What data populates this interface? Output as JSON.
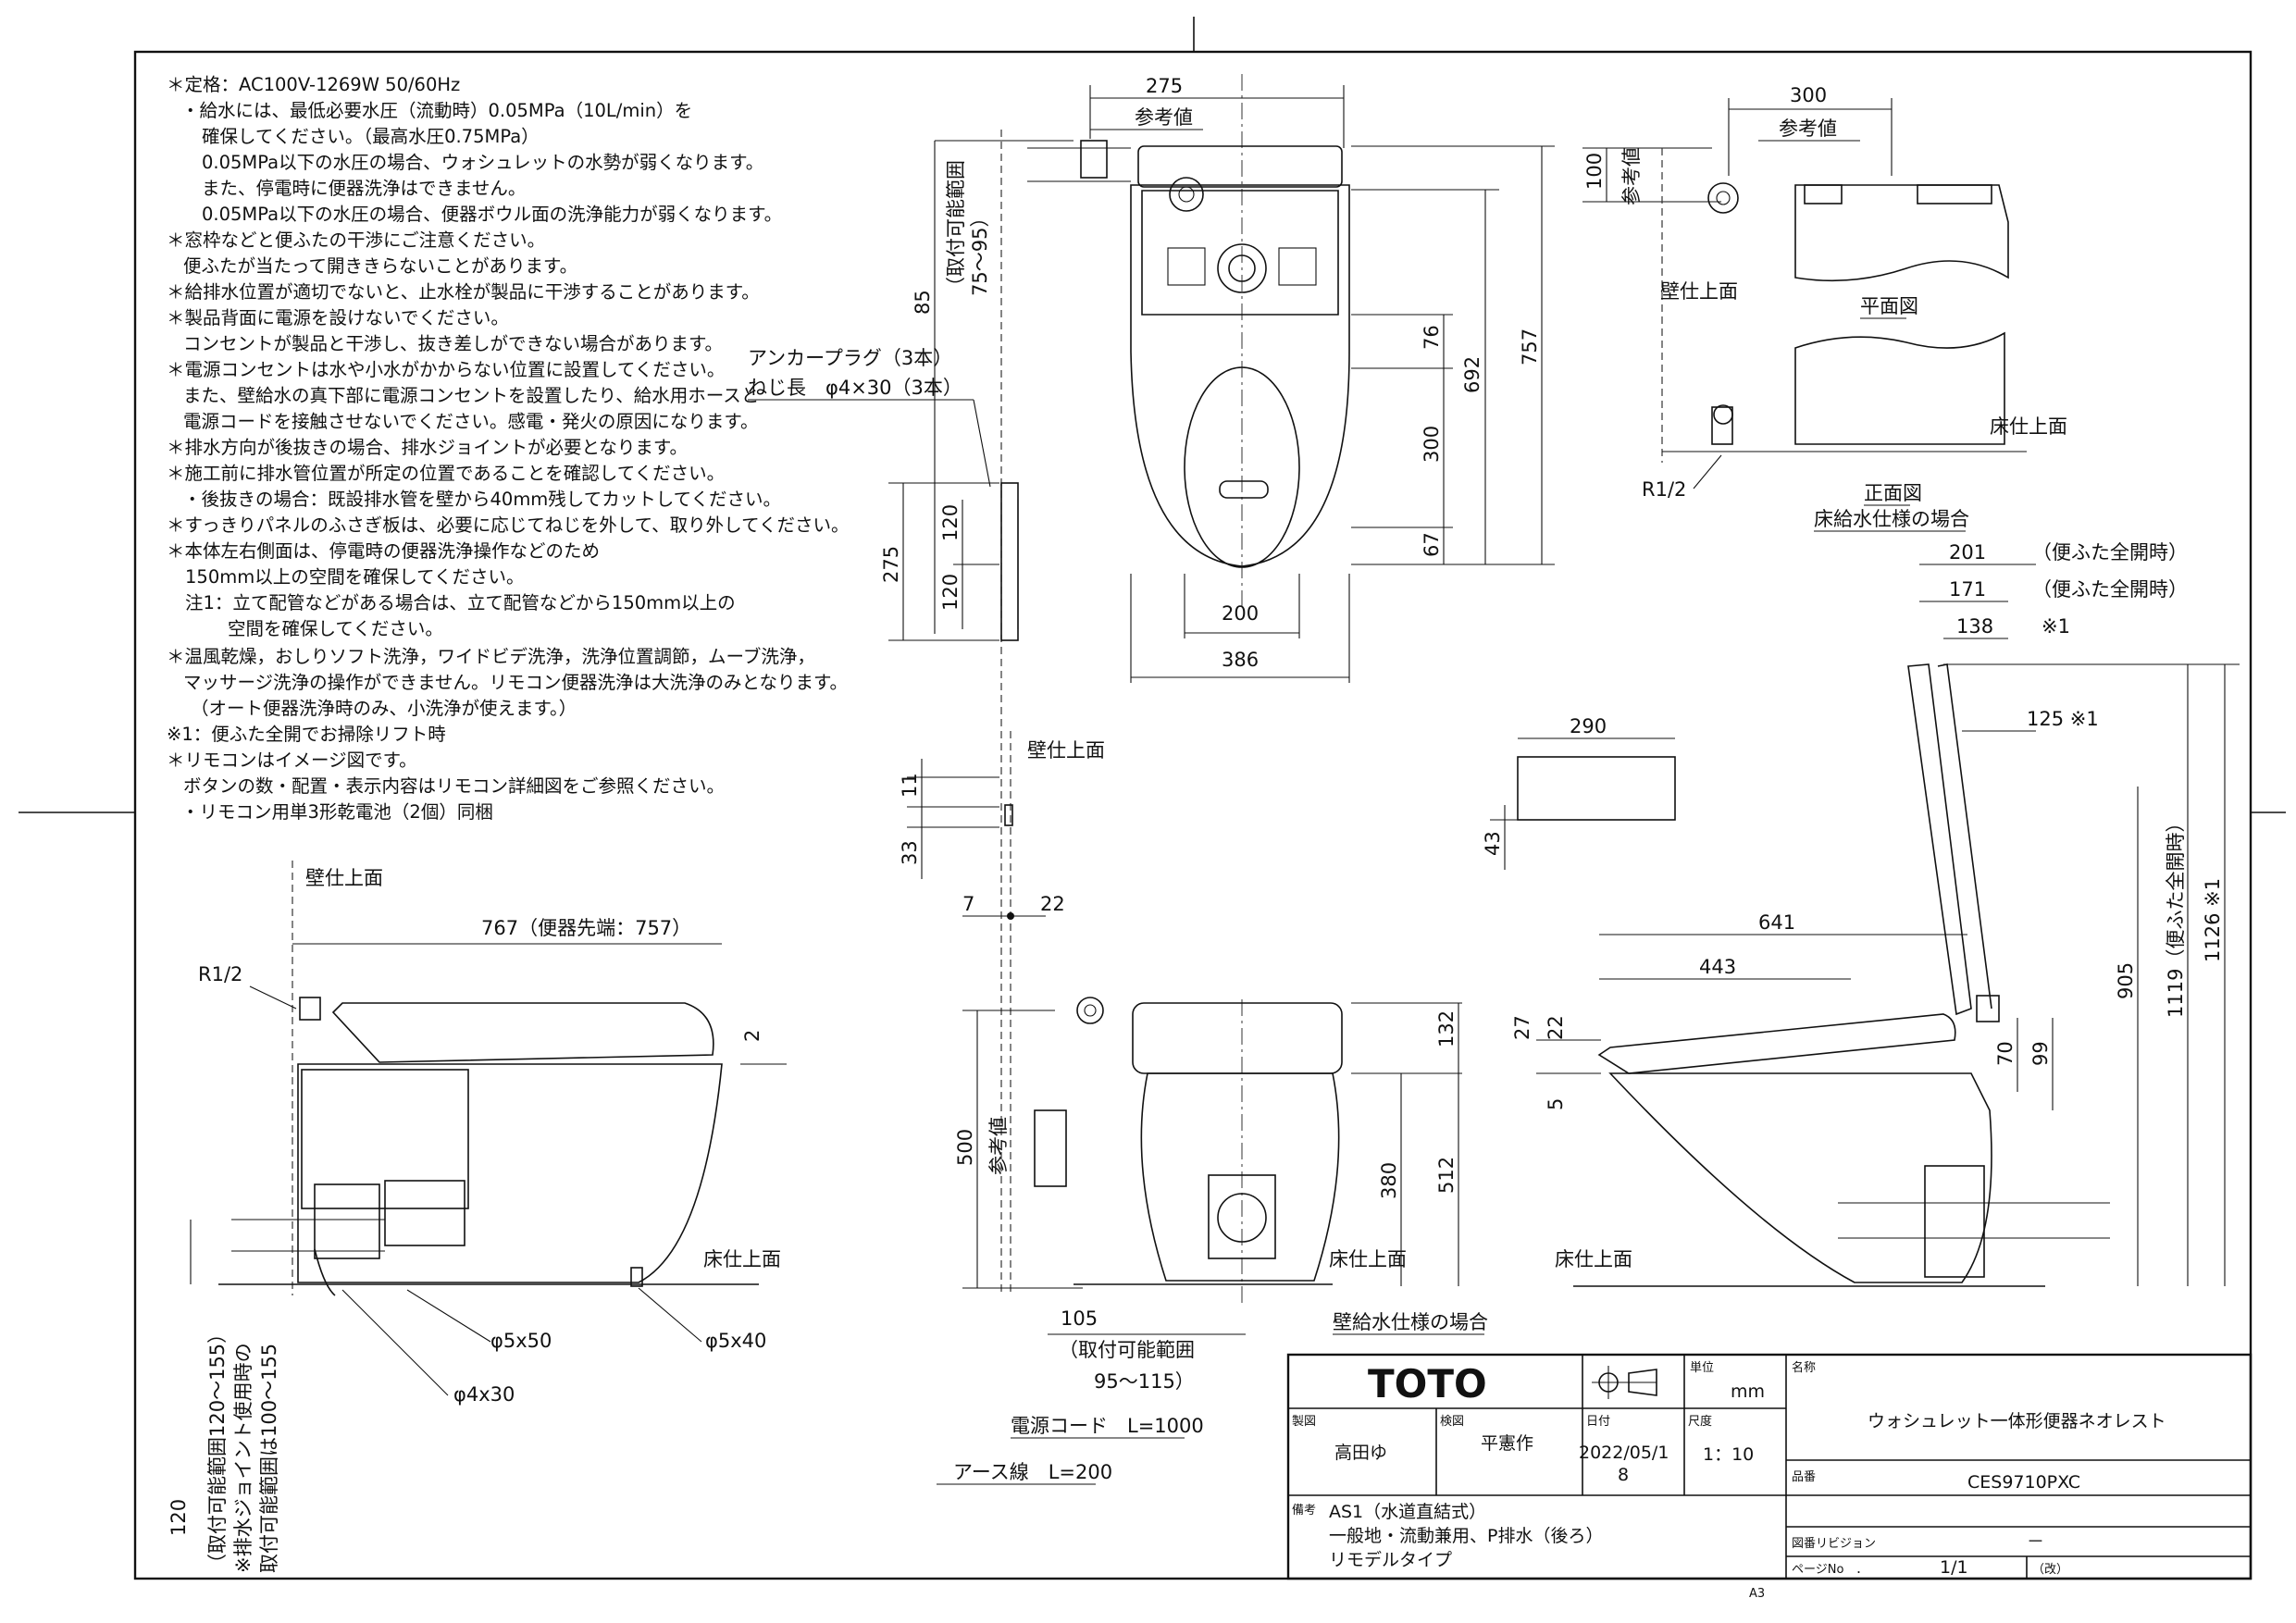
{
  "notes": [
    "＊定格：AC100V-1269W 50/60Hz",
    "・給水には、最低必要水圧（流動時）0.05MPa（10L/min）を",
    "確保してください。（最高水圧0.75MPa）",
    "0.05MPa以下の水圧の場合、ウォシュレットの水勢が弱くなります。",
    "また、停電時に便器洗浄はできません。",
    "0.05MPa以下の水圧の場合、便器ボウル面の洗浄能力が弱くなります。",
    "＊窓枠などと便ふたの干渉にご注意ください。",
    "便ふたが当たって開ききらないことがあります。",
    "＊給排水位置が適切でないと、止水栓が製品に干渉することがあります。",
    "＊製品背面に電源を設けないでください。",
    "コンセントが製品と干渉し、抜き差しができない場合があります。",
    "＊電源コンセントは水や小水がかからない位置に設置してください。",
    "また、壁給水の真下部に電源コンセントを設置したり、給水用ホースと",
    "電源コードを接触させないでください。感電・発火の原因になります。",
    "＊排水方向が後抜きの場合、排水ジョイントが必要となります。",
    "＊施工前に排水管位置が所定の位置であることを確認してください。",
    "・後抜きの場合：既設排水管を壁から40mm残してカットしてください。",
    "＊すっきりパネルのふさぎ板は、必要に応じてねじを外して、取り外してください。",
    "＊本体左右側面は、停電時の便器洗浄操作などのため",
    "150mm以上の空間を確保してください。",
    "注1：立て配管などがある場合は、立て配管などから150mm以上の",
    "空間を確保してください。",
    "＊温風乾燥，おしりソフト洗浄，ワイドビデ洗浄，洗浄位置調節，ムーブ洗浄，",
    "マッサージ洗浄の操作ができません。リモコン便器洗浄は大洗浄のみとなります。",
    "（オート便器洗浄時のみ、小洗浄が使えます。）",
    "※1：便ふた全開でお掃除リフト時",
    "＊リモコンはイメージ図です。",
    "ボタンの数・配置・表示内容はリモコン詳細図をご参照ください。",
    "・リモコン用単3形乾電池（2個）同梱"
  ],
  "top_view": {
    "dims": {
      "w275": "275",
      "ref": "参考値",
      "d85": "85",
      "range": "（取付可能範囲",
      "range2": "75～95）",
      "d757": "757",
      "d692": "692",
      "d76": "76",
      "d300": "300",
      "d67": "67",
      "d200": "200",
      "d386": "386",
      "d275v": "275",
      "d120a": "120",
      "d120b": "120"
    },
    "anchor1": "アンカープラグ（3本）",
    "anchor2": "ねじ長　φ4×30（3本）"
  },
  "plan_small": {
    "w300": "300",
    "ref": "参考値",
    "d100": "100",
    "ref_v": "参考値",
    "wall": "壁仕上面",
    "plan_label": "平面図",
    "front_label": "正面図",
    "floor": "床仕上面",
    "r12": "R1/2",
    "floor_supply": "床給水仕様の場合"
  },
  "remote": {
    "wall": "壁仕上面",
    "d11": "11",
    "d33": "33",
    "d7": "7",
    "d22": "22"
  },
  "remote_box": {
    "d290": "290",
    "d43": "43"
  },
  "left_side": {
    "wall": "壁仕上面",
    "d767": "767（便器先端：757）",
    "r12": "R1/2",
    "d2": "2",
    "floor": "床仕上面",
    "p5x50": "φ5x50",
    "p5x40": "φ5x40",
    "p4x30": "φ4x30",
    "d120": "120",
    "range1": "（取付可能範囲120～155）",
    "range2": "※排水ジョイント使用時の",
    "range3": "取付可能範囲は100～155"
  },
  "front_view": {
    "wall": "壁仕上面",
    "d500": "500",
    "ref": "参考値",
    "d132": "132",
    "d512": "512",
    "d380": "380",
    "floor": "床仕上面",
    "wall_supply": "壁給水仕様の場合",
    "d105": "105",
    "range1": "（取付可能範囲",
    "range2": "95～115）",
    "cord": "電源コード　L=1000",
    "earth": "アース線　L=200"
  },
  "right_side": {
    "d201": "201",
    "d171": "171",
    "d138": "138",
    "open1": "（便ふた全開時）",
    "open2": "（便ふた全開時）",
    "star1": "※1",
    "d125": "125 ※1",
    "d641": "641",
    "d443": "443",
    "d27": "27",
    "d22": "22",
    "d5": "5",
    "d70": "70",
    "d99": "99",
    "d905": "905",
    "d1119": "1119（便ふた全開時）",
    "d1126": "1126 ※1",
    "floor": "床仕上面"
  },
  "title_block": {
    "brand": "TOTO",
    "unit_label": "単位",
    "unit": "mm",
    "name_label": "名称",
    "product_name": "ウォシュレット一体形便器ネオレスト",
    "drawer_label": "製図",
    "drawer": "高田ゆ",
    "checker_label": "検図",
    "checker": "平憲作",
    "date_label": "日付",
    "date1": "2022/05/1",
    "date2": "8",
    "scale_label": "尺度",
    "scale": "1：10",
    "part_label": "品番",
    "part_no": "CES9710PXC",
    "remarks_label": "備考",
    "remarks1": "AS1（水道直結式）",
    "remarks2": "一般地・流動兼用、P排水（後ろ）",
    "remarks3": "リモデルタイプ",
    "rev_label": "図番リビジョン",
    "rev": "－",
    "paper": "A3",
    "page_label": "ページNo　．",
    "page": "1/1",
    "page_suffix": "（改）"
  }
}
